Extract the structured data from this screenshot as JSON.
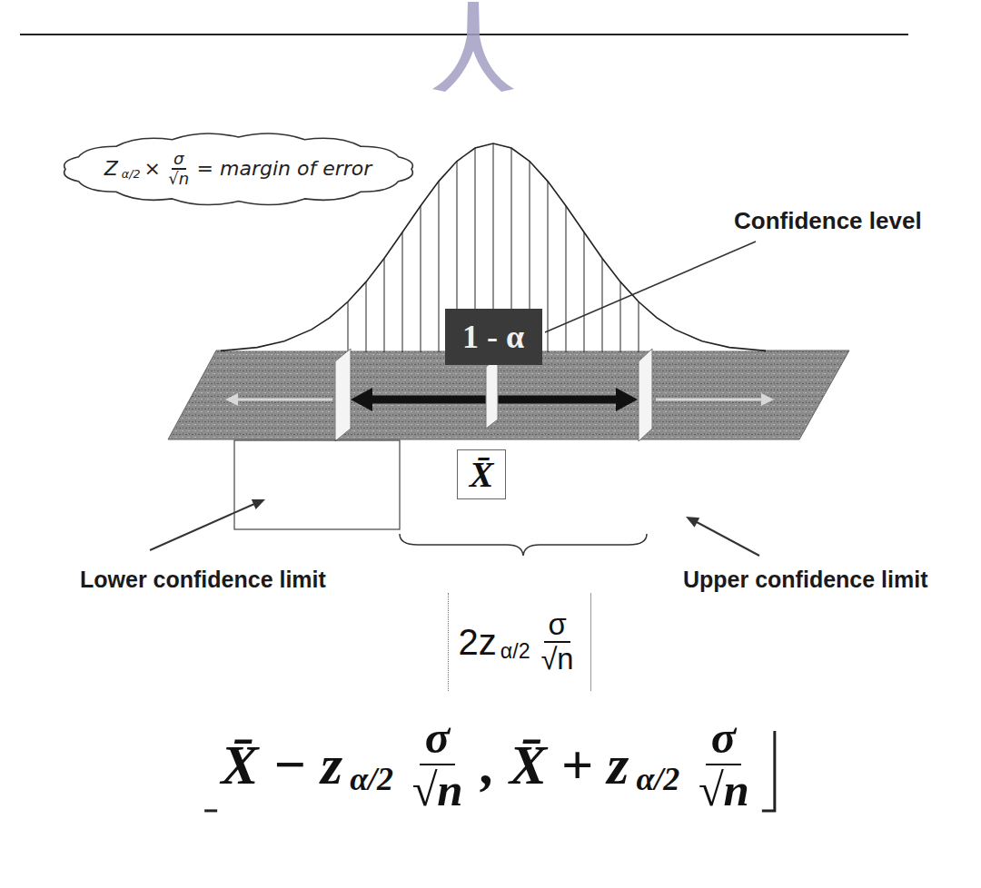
{
  "diagram": {
    "nodes": [
      {
        "text": [
          "Z",
          "α/2",
          "×",
          "σ",
          "√n",
          "= margin of error"
        ]
      },
      {
        "text": [
          "1 - α"
        ]
      },
      {
        "text": [
          "X̄"
        ]
      },
      {
        "text": [
          "2z",
          "α/2",
          "σ",
          "√n"
        ]
      }
    ],
    "labels": [
      "Confidence level",
      "Lower confidence limit",
      "Upper confidence limit",
      "X̄ − z",
      "α/2",
      "σ",
      "√n",
      ", X̄ + z",
      "α/2",
      "σ",
      "√n"
    ]
  }
}
